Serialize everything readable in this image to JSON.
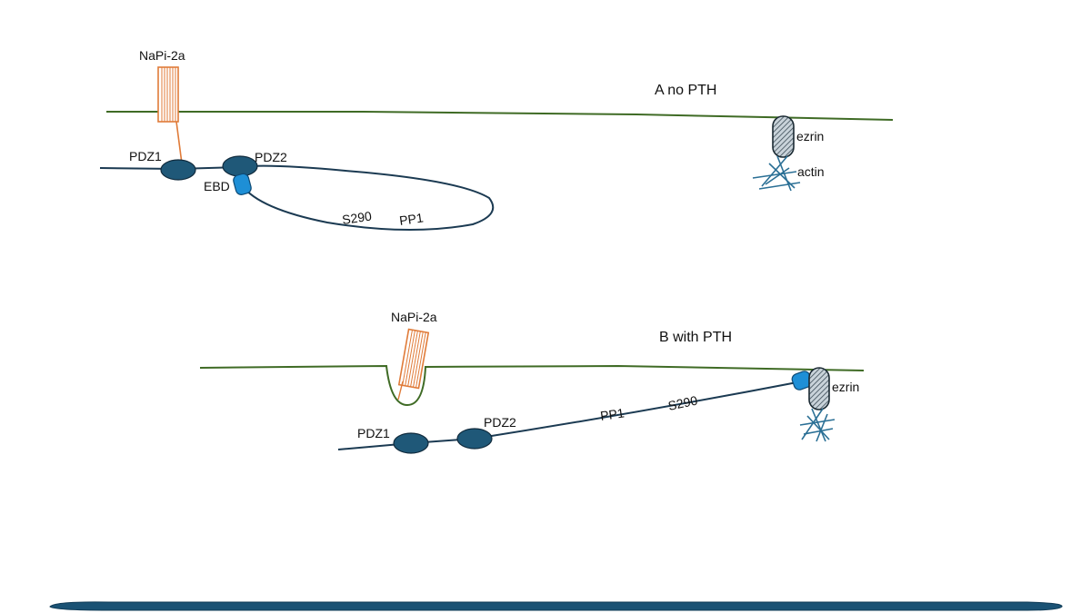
{
  "panel_a": {
    "title": "A  no PTH",
    "napi_label": "NaPi-2a",
    "pdz1_label": "PDZ1",
    "pdz2_label": "PDZ2",
    "ebd_label": "EBD",
    "s290_label": "S290",
    "pp1_label": "PP1",
    "ezrin_label": "ezrin",
    "actin_label": "actin"
  },
  "panel_b": {
    "title": "B  with PTH",
    "napi_label": "NaPi-2a",
    "pdz1_label": "PDZ1",
    "pdz2_label": "PDZ2",
    "pp1_label": "PP1",
    "s290_label": "S290",
    "ezrin_label": "ezrin"
  },
  "colors": {
    "membrane": "#3f6b25",
    "napi": "#e07b39",
    "nherf_chain": "#1b3a52",
    "pdz_domain": "#1f5878",
    "ebd": "#1e8fd6",
    "ezrin_fill": "#9fb0bd",
    "actin": "#2a6f95",
    "bottom_bar": "#1a5274"
  }
}
